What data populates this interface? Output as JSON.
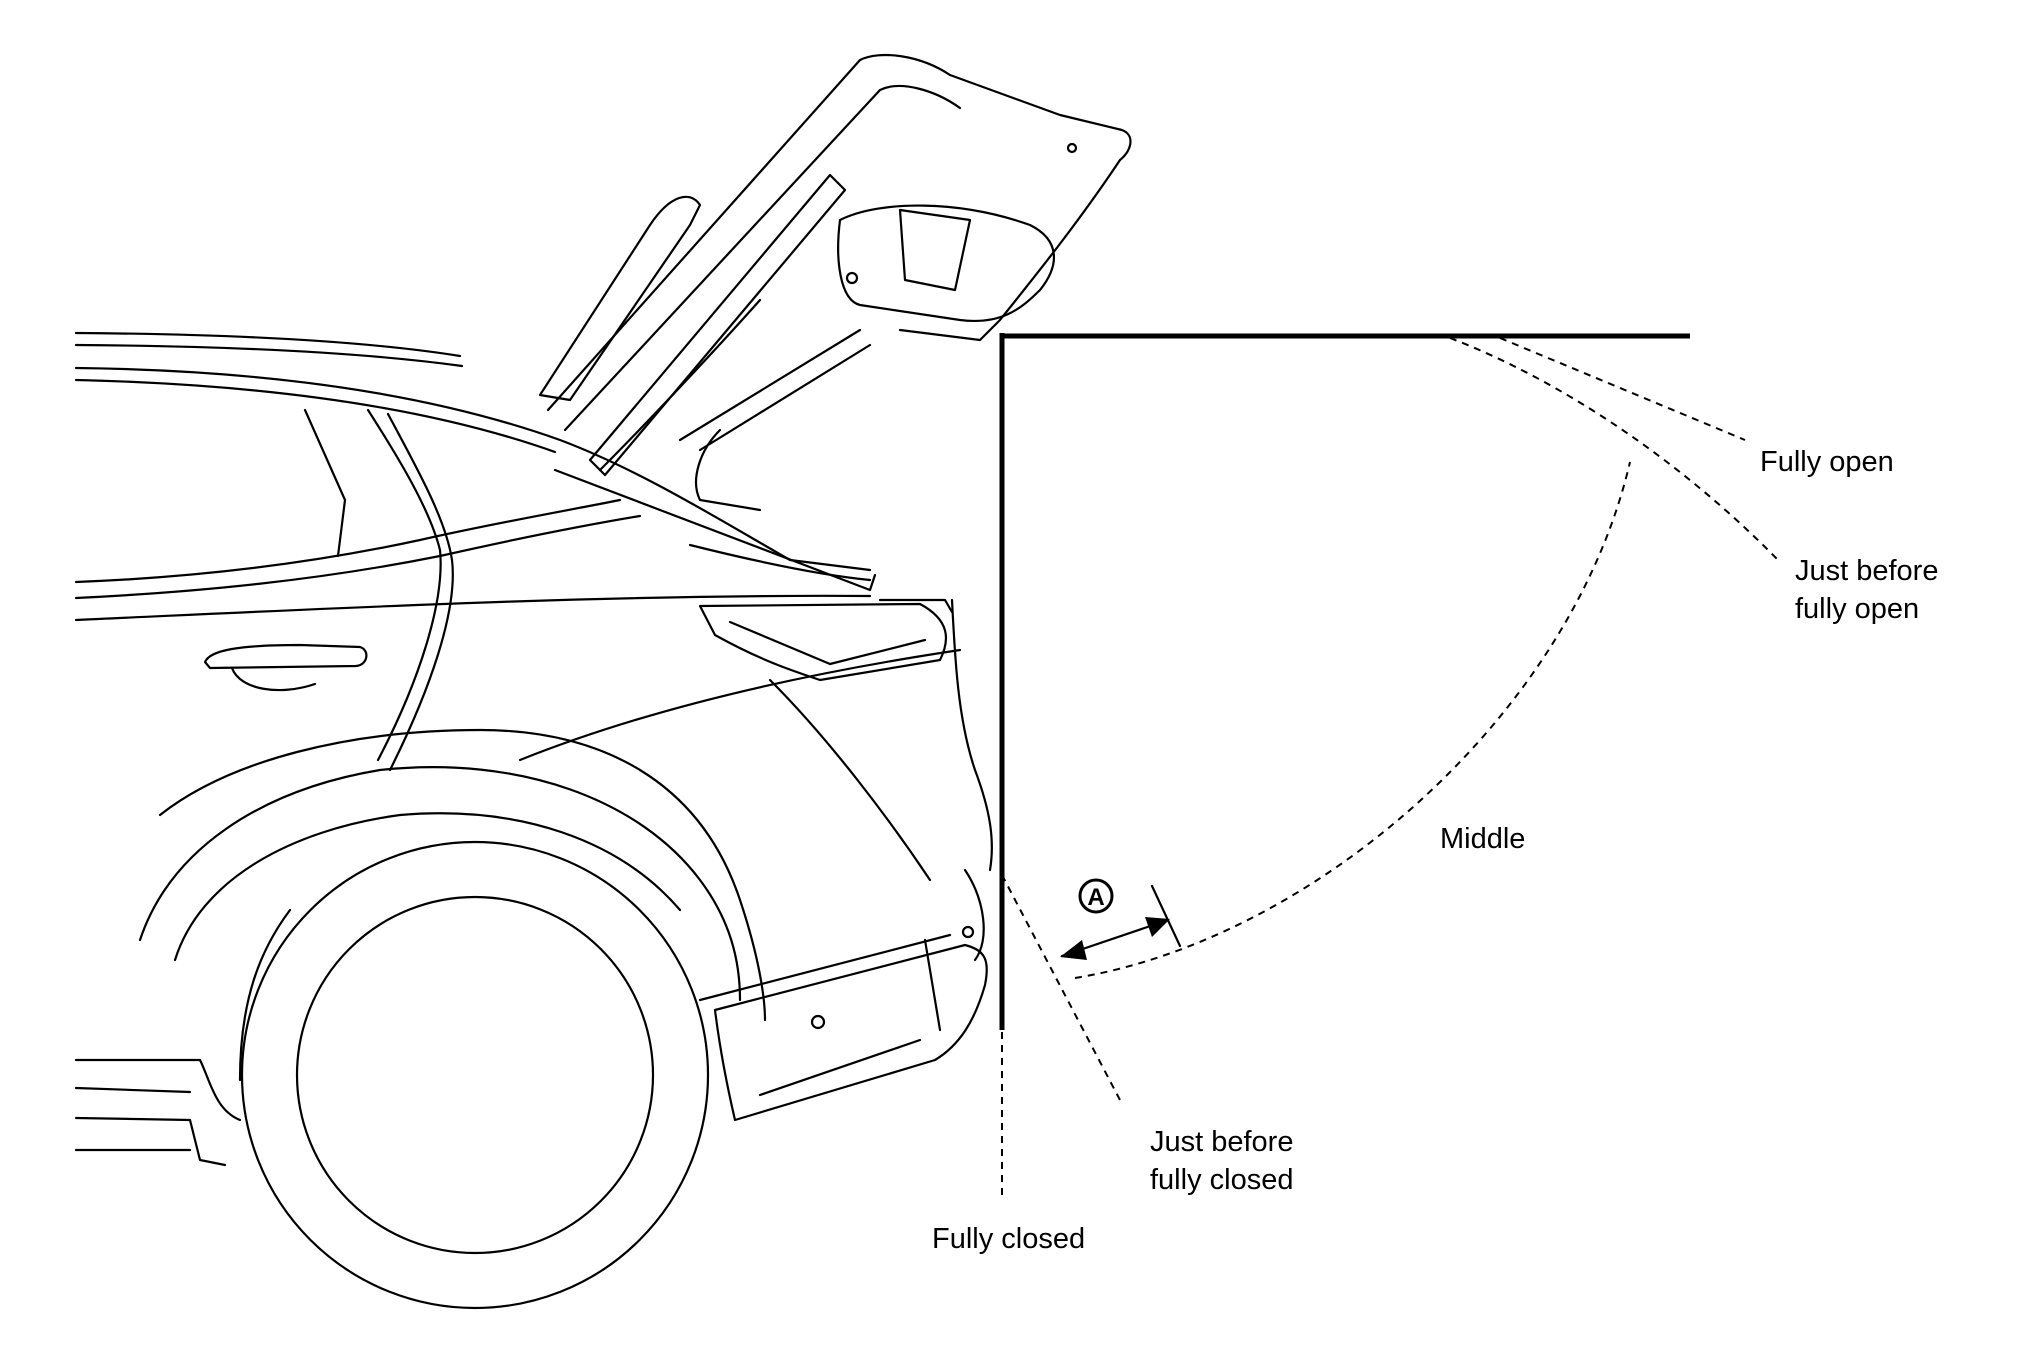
{
  "labels": {
    "fully_open": "Fully open",
    "just_before_fully_open": [
      "Just before",
      "fully open"
    ],
    "middle": "Middle",
    "just_before_fully_closed": [
      "Just before",
      "fully closed"
    ],
    "fully_closed": "Fully closed",
    "callout_a": "A"
  },
  "colors": {
    "line": "#000000",
    "background": "#ffffff"
  }
}
